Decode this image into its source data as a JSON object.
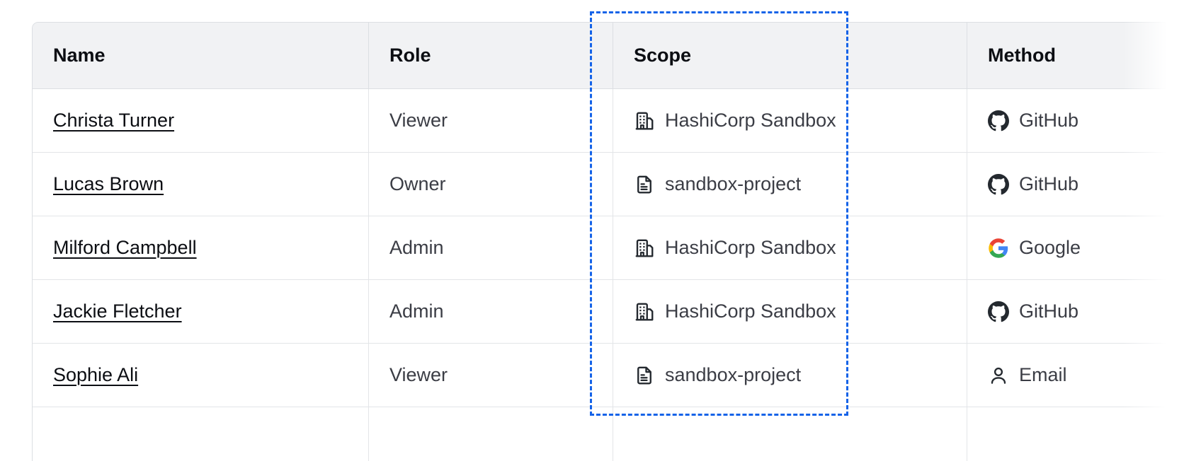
{
  "table": {
    "columns": [
      {
        "key": "name",
        "label": "Name"
      },
      {
        "key": "role",
        "label": "Role"
      },
      {
        "key": "scope",
        "label": "Scope"
      },
      {
        "key": "blank",
        "label": ""
      },
      {
        "key": "method",
        "label": "Method"
      }
    ],
    "rows": [
      {
        "name": "Christa Turner",
        "role": "Viewer",
        "scope": "HashiCorp Sandbox",
        "scope_icon": "building-icon",
        "method": "GitHub",
        "method_icon": "github-icon"
      },
      {
        "name": "Lucas Brown",
        "role": "Owner",
        "scope": "sandbox-project",
        "scope_icon": "document-icon",
        "method": "GitHub",
        "method_icon": "github-icon"
      },
      {
        "name": "Milford Campbell",
        "role": "Admin",
        "scope": "HashiCorp Sandbox",
        "scope_icon": "building-icon",
        "method": "Google",
        "method_icon": "google-icon"
      },
      {
        "name": "Jackie Fletcher",
        "role": "Admin",
        "scope": "HashiCorp Sandbox",
        "scope_icon": "building-icon",
        "method": "GitHub",
        "method_icon": "github-icon"
      },
      {
        "name": "Sophie Ali",
        "role": "Viewer",
        "scope": "sandbox-project",
        "scope_icon": "document-icon",
        "method": "Email",
        "method_icon": "user-icon"
      }
    ]
  },
  "selection": {
    "target_column": "Scope",
    "border_color": "#1563e8",
    "style": "dashed"
  },
  "colors": {
    "header_background": "#f1f2f4",
    "border": "#dcdfe3",
    "row_border": "#e3e5e8",
    "text_primary": "#0c0e13",
    "text_secondary": "#3b3d45",
    "github": "#24292f",
    "google_blue": "#4285f4",
    "google_green": "#34a853",
    "google_yellow": "#fbbc05",
    "google_red": "#ea4335"
  }
}
